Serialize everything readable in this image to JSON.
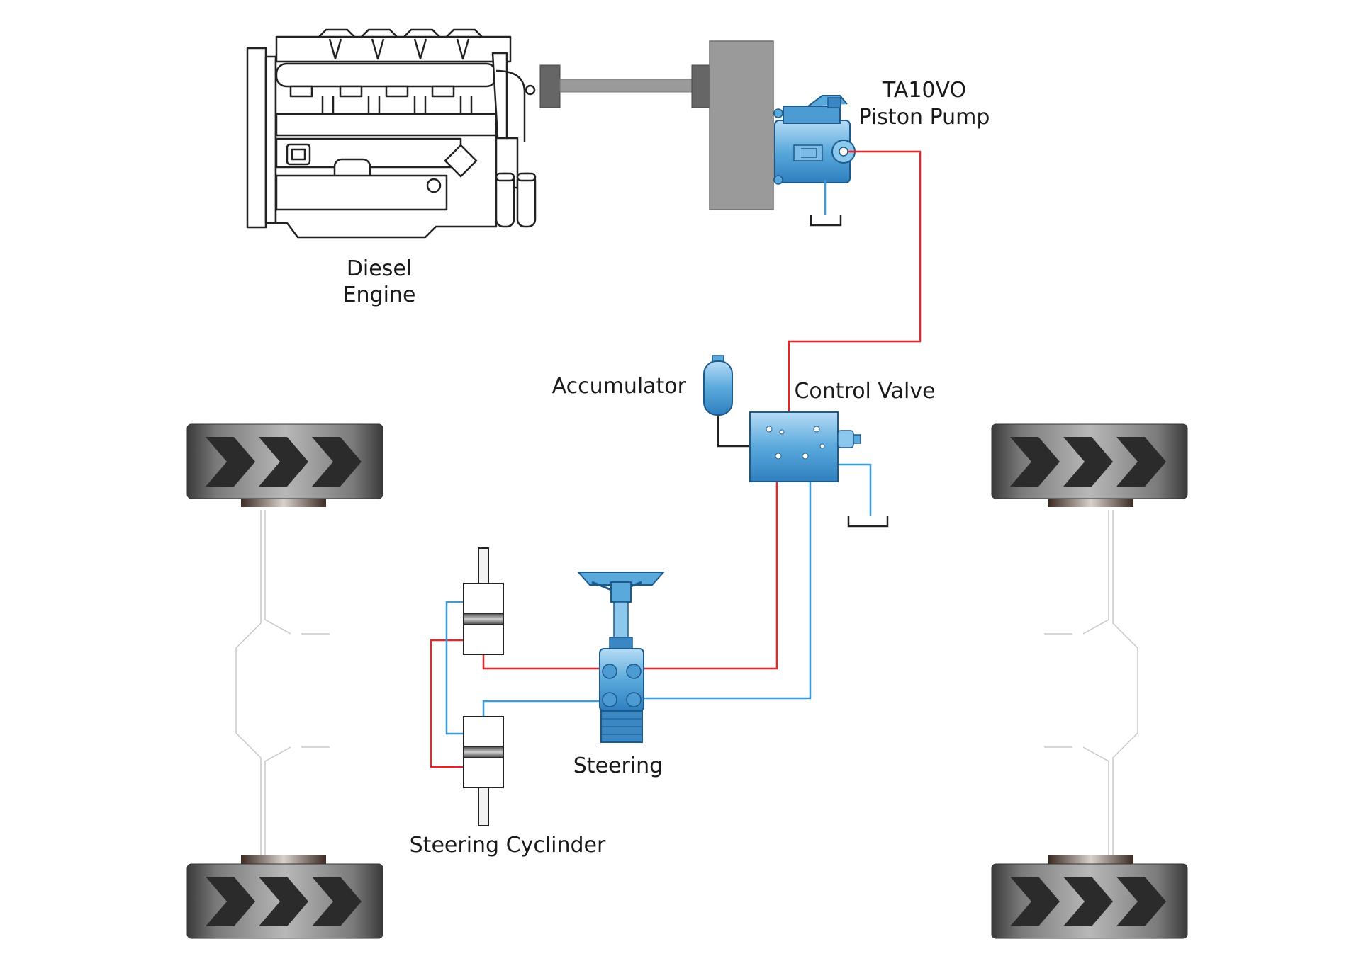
{
  "labels": {
    "engine_line1": "Diesel",
    "engine_line2": "Engine",
    "pump_line1": "TA10VO",
    "pump_line2": "Piston Pump",
    "accumulator": "Accumulator",
    "control_valve": "Control Valve",
    "steering": "Steering",
    "steering_cylinder": "Steering Cyclinder"
  },
  "colors": {
    "pressure_line": "#e0262c",
    "return_line": "#3b9ad9",
    "component_blue": "#5aa9dc",
    "housing_gray": "#9a9a9a",
    "outline": "#222222"
  }
}
